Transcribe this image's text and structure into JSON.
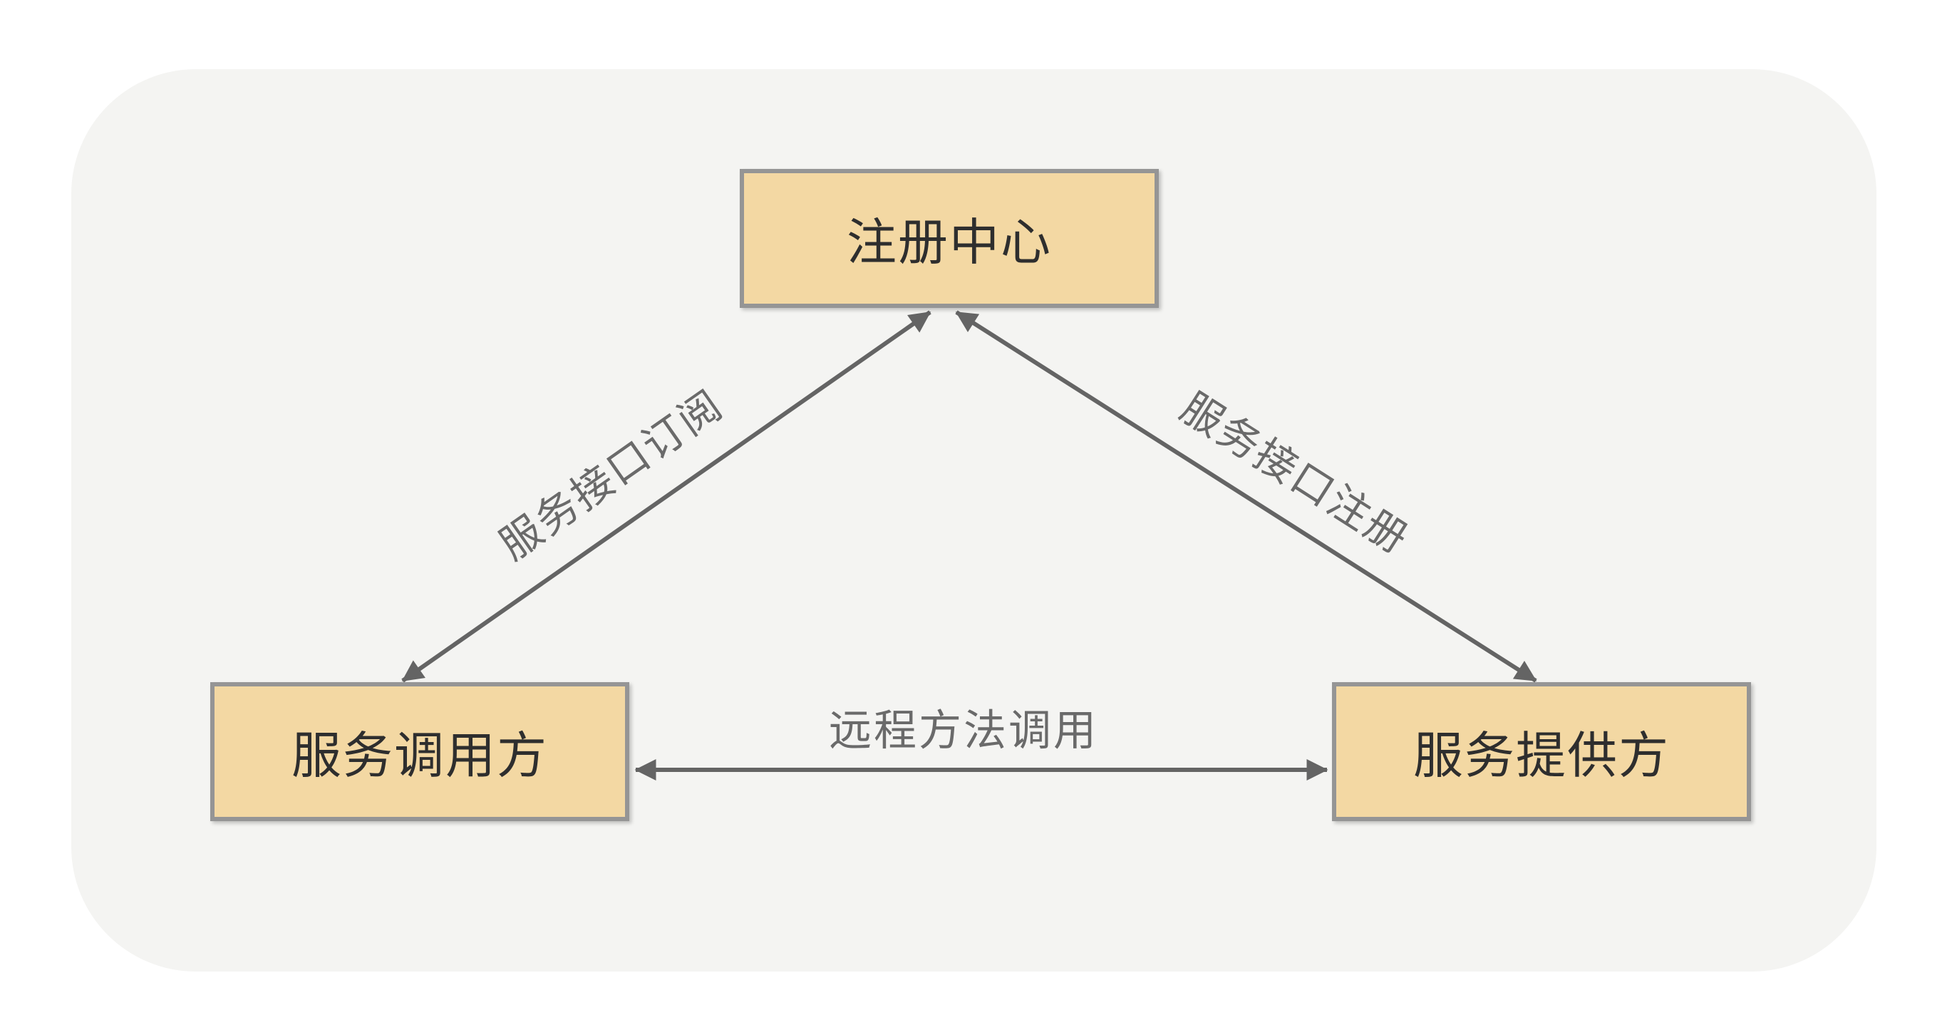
{
  "diagram": {
    "nodes": [
      {
        "id": "registry",
        "label": "注册中心"
      },
      {
        "id": "consumer",
        "label": "服务调用方"
      },
      {
        "id": "provider",
        "label": "服务提供方"
      }
    ],
    "edges": [
      {
        "id": "subscribe",
        "label": "服务接口订阅",
        "from": "consumer",
        "to": "registry",
        "bidirectional": true
      },
      {
        "id": "register",
        "label": "服务接口注册",
        "from": "provider",
        "to": "registry",
        "bidirectional": true
      },
      {
        "id": "rpc",
        "label": "远程方法调用",
        "from": "consumer",
        "to": "provider",
        "bidirectional": true
      }
    ],
    "colors": {
      "panel_background": "#f4f4f2",
      "node_fill": "#f3d8a3",
      "node_border": "#959595",
      "node_text": "#2e2e2e",
      "arrow": "#646464",
      "edge_label_text": "#6a6a6a"
    }
  }
}
